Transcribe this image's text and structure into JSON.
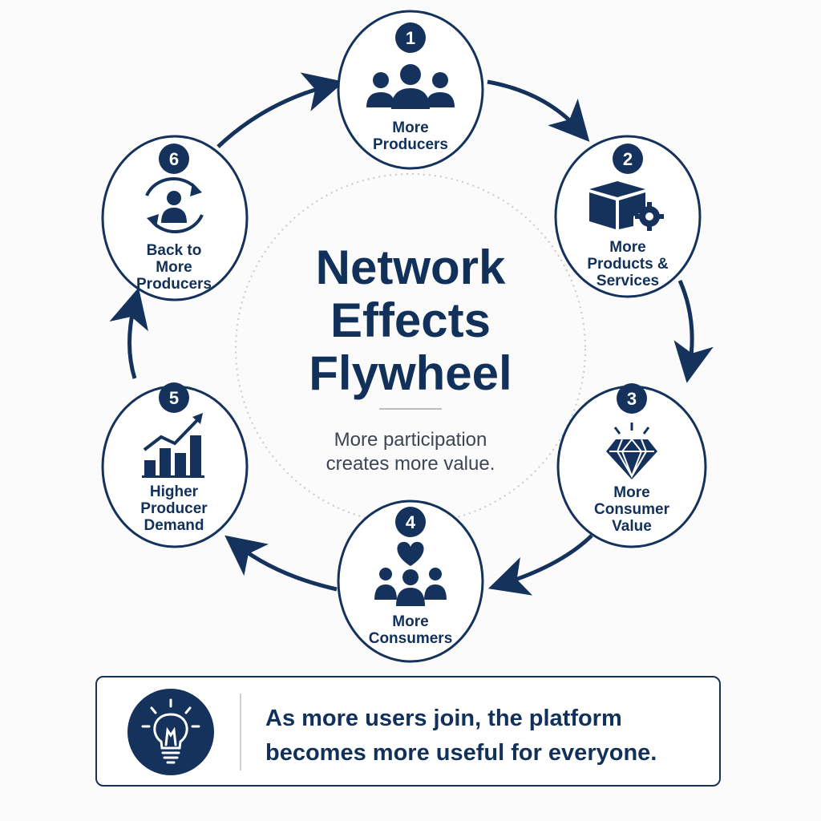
{
  "title": {
    "line1": "Network",
    "line2": "Effects",
    "line3": "Flywheel"
  },
  "subtitle": {
    "line1": "More participation",
    "line2": "creates more value."
  },
  "steps": [
    {
      "number": "1",
      "lines": [
        "More",
        "Producers"
      ],
      "icon": "people-group-icon"
    },
    {
      "number": "2",
      "lines": [
        "More",
        "Products &",
        "Services"
      ],
      "icon": "box-gear-icon"
    },
    {
      "number": "3",
      "lines": [
        "More",
        "Consumer",
        "Value"
      ],
      "icon": "diamond-icon"
    },
    {
      "number": "4",
      "lines": [
        "More",
        "Consumers"
      ],
      "icon": "people-heart-icon"
    },
    {
      "number": "5",
      "lines": [
        "Higher",
        "Producer",
        "Demand"
      ],
      "icon": "growth-chart-icon"
    },
    {
      "number": "6",
      "lines": [
        "Back to",
        "More",
        "Producers"
      ],
      "icon": "cycle-person-icon"
    }
  ],
  "callout": {
    "line1": "As more users join, the platform",
    "line2": "becomes more useful for everyone.",
    "icon": "lightbulb-icon"
  },
  "colors": {
    "navy": "#14325c",
    "text_navy": "#11305a",
    "background": "#fbfbfb",
    "guide_circle": "#c9c9c9"
  }
}
